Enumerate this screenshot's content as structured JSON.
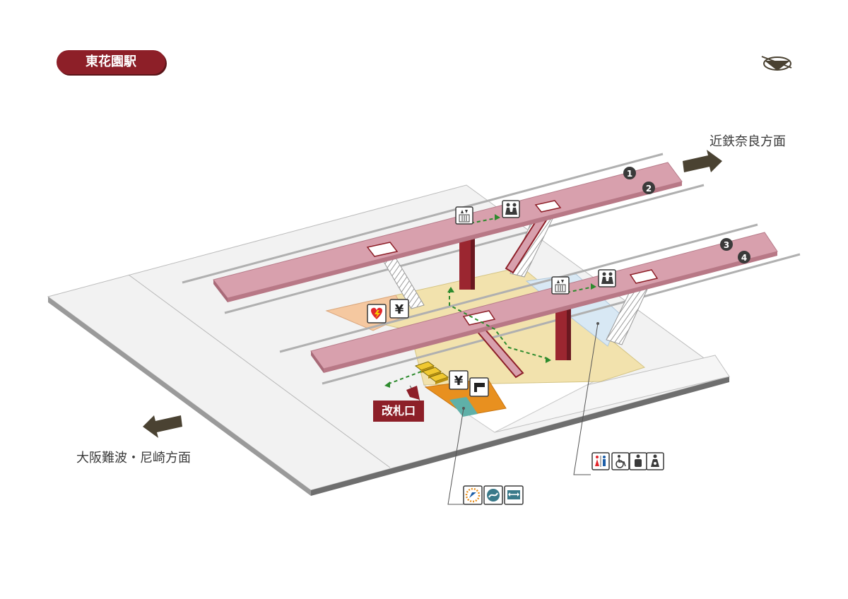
{
  "station": {
    "name": "東花園駅"
  },
  "directions": {
    "northeast": "近鉄奈良方面",
    "southwest": "大阪難波・尼崎方面"
  },
  "ticket_gate": {
    "label": "改札口"
  },
  "platforms": [
    {
      "track_numbers": [
        "1",
        "2"
      ]
    },
    {
      "track_numbers": [
        "3",
        "4"
      ]
    }
  ],
  "facilities": {
    "toilet_legend": [
      "toilet-icon",
      "wheelchair-icon",
      "ostomate-icon",
      "baby-care-icon"
    ],
    "office_legend": [
      "station-info-icon",
      "ic-card-icon",
      "ticket-icon"
    ],
    "concourse": [
      "aed-icon",
      "atm-icon",
      "atm-icon",
      "ticket-machine-icon",
      "elevator-icon",
      "elevator-icon",
      "waiting-room-icon",
      "waiting-room-icon",
      "ticket-gate-icon"
    ]
  },
  "colors": {
    "platform": "#d8a0ad",
    "concourse": "#f2e2ad",
    "toilet_area": "#d8e8f4",
    "office": "#e8901f",
    "accent": "#8d1f28",
    "arrow": "#4a4232",
    "route": "#2e8b2e"
  },
  "compass": {
    "icon": "north-arrow-icon"
  }
}
